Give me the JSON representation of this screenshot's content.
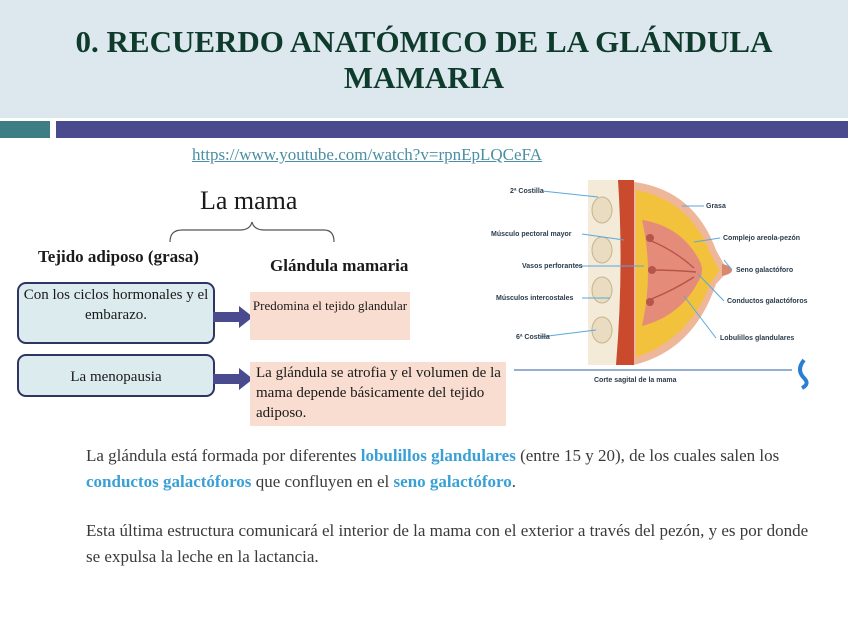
{
  "slide": {
    "title": "0. RECUERDO ANATÓMICO DE LA GLÁNDULA MAMARIA",
    "video_link": "https://www.youtube.com/watch?v=rpnEpLQCeFA"
  },
  "diagram": {
    "root": "La mama",
    "branch_left": "Tejido adiposo (grasa)",
    "branch_right": "Glándula mamaria",
    "box_ciclos": "Con los ciclos hormonales y el embarazo.",
    "box_menopausia": "La menopausia",
    "result_ciclos": "Predomina el tejido glandular",
    "result_menopausia": "La glándula se atrofia y el volumen de la mama depende básicamente del tejido adiposo."
  },
  "illustration": {
    "labels": {
      "costilla2": "2ª Costilla",
      "pectoral": "Músculo pectoral mayor",
      "vasos": "Vasos perforantes",
      "intercostales": "Músculos intercostales",
      "costilla6": "6ª Costilla",
      "grasa": "Grasa",
      "areola": "Complejo areola-pezón",
      "seno": "Seno galactóforo",
      "conductos": "Conductos galactóforos",
      "lobulillos": "Lobulillos glandulares",
      "caption": "Corte sagital de la mama"
    },
    "colors": {
      "fat": "#f2c23c",
      "muscle": "#c94a2c",
      "skin": "#efb79a",
      "rib": "#f3ead8",
      "label_line": "#5aa7dd"
    }
  },
  "text": {
    "p1_a": "La glándula está formada por diferentes ",
    "p1_b": "lobulillos glandulares",
    "p1_c": " (entre 15 y 20), de los cuales salen los ",
    "p1_d": "conductos galactóforos",
    "p1_e": " que confluyen en el ",
    "p1_f": "seno galactóforo",
    "p1_g": ".",
    "p2": "Esta última estructura comunicará el interior de la mama con el exterior a través del pezón, y es por donde se expulsa la leche en la lactancia."
  }
}
